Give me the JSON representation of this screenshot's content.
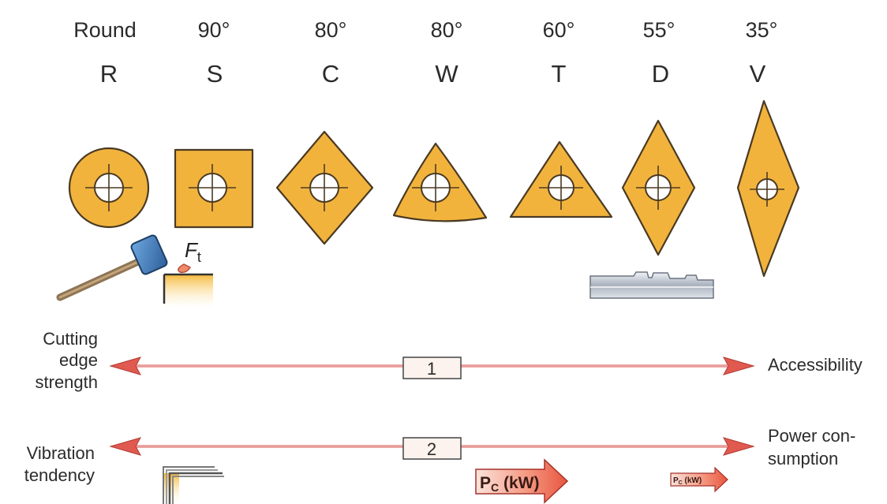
{
  "columns": [
    {
      "angle": "Round",
      "letter": "R",
      "shape": "round"
    },
    {
      "angle": "90°",
      "letter": "S",
      "shape": "square"
    },
    {
      "angle": "80°",
      "letter": "C",
      "shape": "rhombus-80"
    },
    {
      "angle": "80°",
      "letter": "W",
      "shape": "trigon-80"
    },
    {
      "angle": "60°",
      "letter": "T",
      "shape": "triangle-60"
    },
    {
      "angle": "55°",
      "letter": "D",
      "shape": "rhombus-55"
    },
    {
      "angle": "35°",
      "letter": "V",
      "shape": "rhombus-35"
    }
  ],
  "force_label": {
    "main": "F",
    "sub": "t"
  },
  "arrow1": {
    "number": "1",
    "left_label": [
      "Cutting",
      "edge",
      "strength"
    ],
    "right_label": [
      "Accessibility"
    ]
  },
  "arrow2": {
    "number": "2",
    "left_label": [
      "Vibration",
      "tendency"
    ],
    "right_label": [
      "Power con-",
      "sumption"
    ]
  },
  "power_label": {
    "main": "P",
    "sub": "C",
    "unit": " (kW)"
  },
  "colors": {
    "insert_fill": "#f2b33d",
    "insert_stroke": "#4a3a22",
    "arrow_line": "#d9534f",
    "arrow_head": "#e05a50",
    "text": "#2b2b2b"
  }
}
